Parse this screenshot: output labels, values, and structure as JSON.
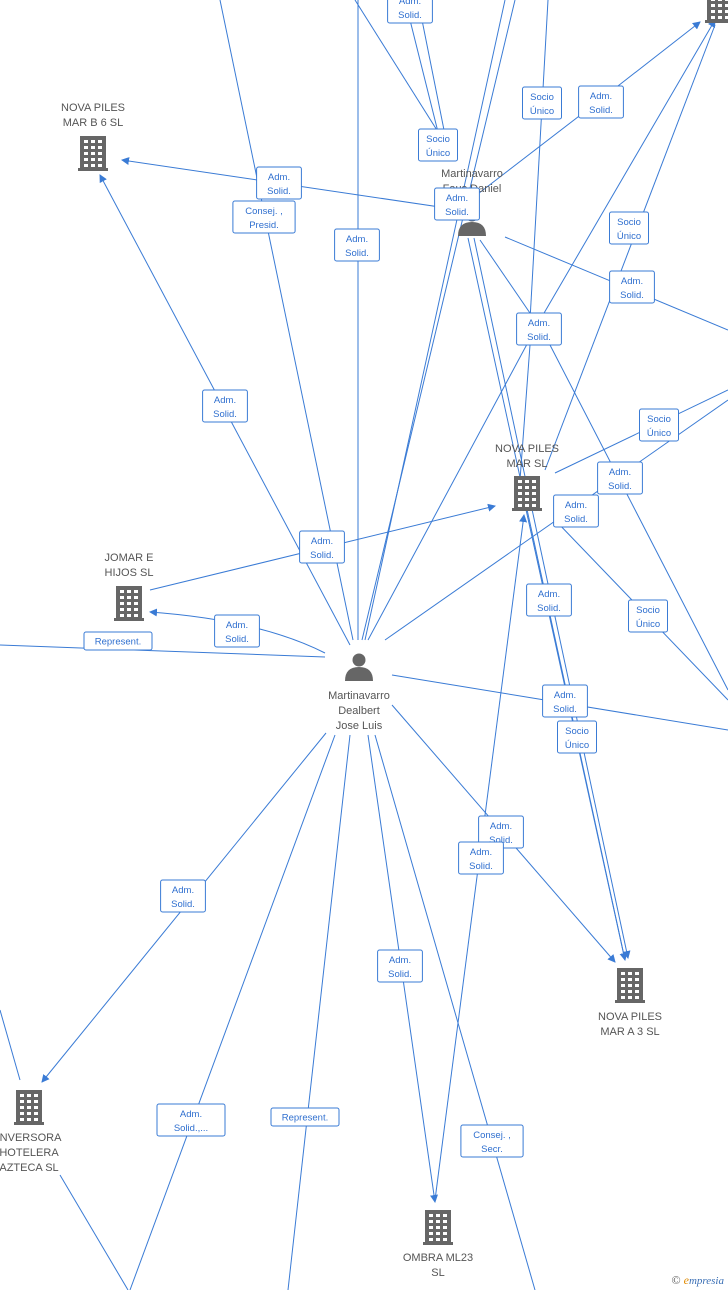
{
  "nodes": [
    {
      "id": "nova_b6",
      "type": "company",
      "lines": [
        "NOVA PILES",
        "MAR B 6  SL"
      ]
    },
    {
      "id": "jomar",
      "type": "company",
      "lines": [
        "JOMAR E",
        "HIJOS SL"
      ]
    },
    {
      "id": "nova_sl",
      "type": "company",
      "lines": [
        "NOVA PILES",
        "MAR  SL"
      ]
    },
    {
      "id": "nova_a3",
      "type": "company",
      "lines": [
        "NOVA PILES",
        "MAR A 3  SL"
      ]
    },
    {
      "id": "inversora",
      "type": "company",
      "lines": [
        "INVERSORA",
        "HOTELERA",
        "AZTECA  SL"
      ]
    },
    {
      "id": "ombra",
      "type": "company",
      "lines": [
        "OMBRA ML23",
        "SL"
      ]
    },
    {
      "id": "top_right",
      "type": "company",
      "lines": []
    },
    {
      "id": "jose_luis",
      "type": "person",
      "lines": [
        "Martinavarro",
        "Dealbert",
        "Jose Luis"
      ]
    },
    {
      "id": "jose_daniel",
      "type": "person",
      "lines": [
        "Martinavarro",
        "Faus Daniel"
      ]
    }
  ],
  "edge_labels": [
    {
      "lines": [
        "Adm.",
        "Solid."
      ]
    },
    {
      "lines": [
        "Socio",
        "Único"
      ]
    },
    {
      "lines": [
        "Adm.",
        "Solid."
      ]
    },
    {
      "lines": [
        "Socio",
        "Único"
      ]
    },
    {
      "lines": [
        "Adm.",
        "Solid."
      ]
    },
    {
      "lines": [
        "Consej. ,",
        "Presid."
      ]
    },
    {
      "lines": [
        "Adm.",
        "Solid."
      ]
    },
    {
      "lines": [
        "Adm.",
        "Solid."
      ]
    },
    {
      "lines": [
        "Socio",
        "Único"
      ]
    },
    {
      "lines": [
        "Adm.",
        "Solid."
      ]
    },
    {
      "lines": [
        "Adm.",
        "Solid."
      ]
    },
    {
      "lines": [
        "Adm.",
        "Solid."
      ]
    },
    {
      "lines": [
        "Socio",
        "Único"
      ]
    },
    {
      "lines": [
        "Adm.",
        "Solid."
      ]
    },
    {
      "lines": [
        "Adm.",
        "Solid."
      ]
    },
    {
      "lines": [
        "Adm.",
        "Solid."
      ]
    },
    {
      "lines": [
        "Adm.",
        "Solid."
      ]
    },
    {
      "lines": [
        "Represent."
      ]
    },
    {
      "lines": [
        "Adm.",
        "Solid."
      ]
    },
    {
      "lines": [
        "Socio",
        "Único"
      ]
    },
    {
      "lines": [
        "Adm.",
        "Solid."
      ]
    },
    {
      "lines": [
        "Socio",
        "Único"
      ]
    },
    {
      "lines": [
        "Adm.",
        "Solid."
      ]
    },
    {
      "lines": [
        "Adm.",
        "Solid."
      ]
    },
    {
      "lines": [
        "Adm.",
        "Solid."
      ]
    },
    {
      "lines": [
        "Adm.",
        "Solid."
      ]
    },
    {
      "lines": [
        "Adm.",
        "Solid.,..."
      ]
    },
    {
      "lines": [
        "Represent."
      ]
    },
    {
      "lines": [
        "Consej. ,",
        "Secr."
      ]
    }
  ],
  "footer": {
    "copyright": "©",
    "brand_first": "e",
    "brand_rest": "mpresia"
  }
}
